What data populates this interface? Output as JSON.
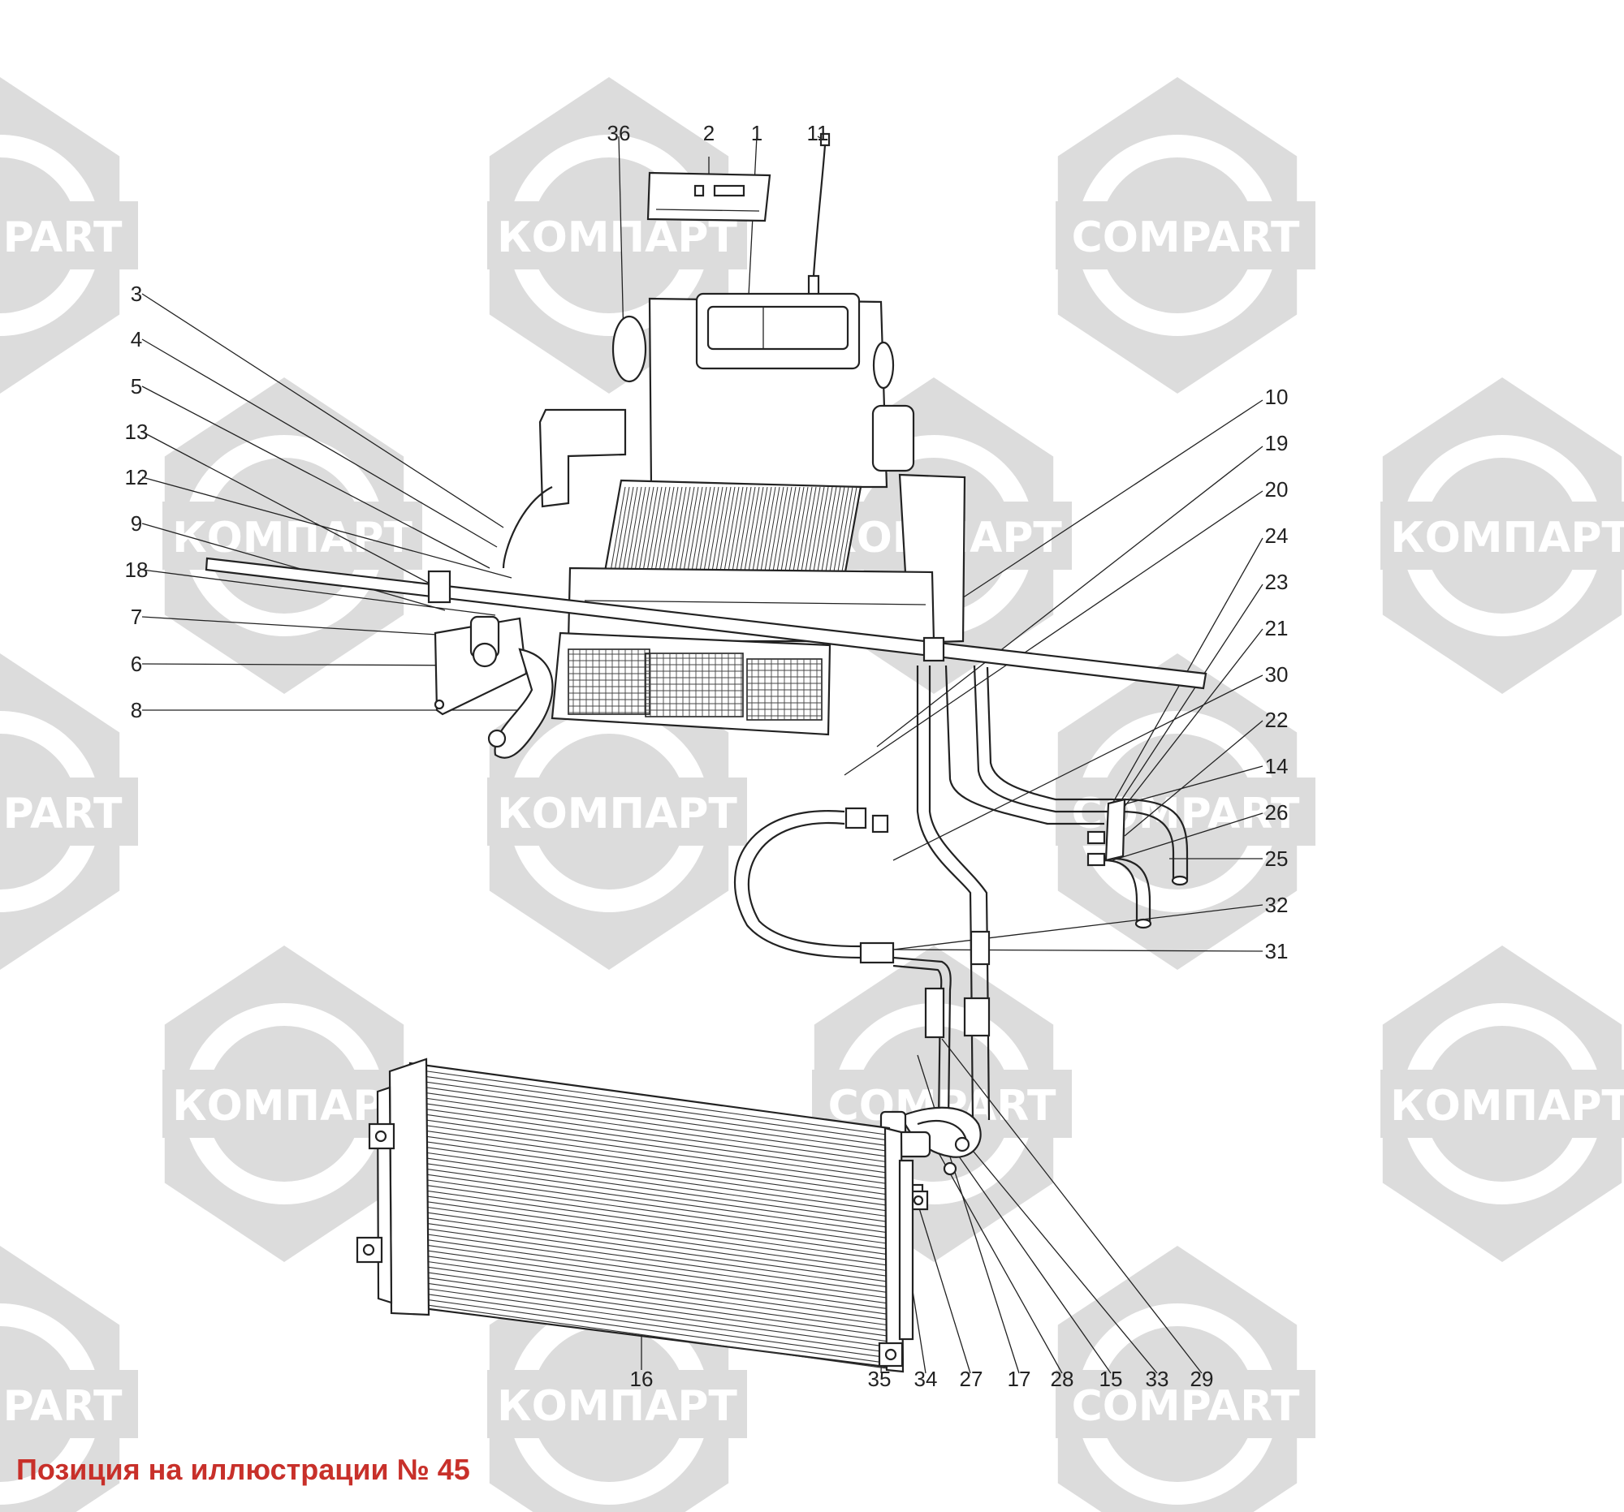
{
  "watermark": {
    "brand_latin": "COMPART",
    "brand_cyrillic": "КОМПАРТ",
    "color": "#d6d6d6"
  },
  "caption": {
    "text": "Позиция на иллюстрации № 45",
    "color": "#c8302a"
  },
  "callouts": [
    "36",
    "2",
    "1",
    "11",
    "3",
    "4",
    "5",
    "13",
    "12",
    "9",
    "18",
    "7",
    "6",
    "8",
    "10",
    "19",
    "20",
    "24",
    "23",
    "21",
    "30",
    "22",
    "14",
    "26",
    "25",
    "32",
    "31",
    "16",
    "35",
    "34",
    "27",
    "17",
    "28",
    "15",
    "33",
    "29"
  ]
}
